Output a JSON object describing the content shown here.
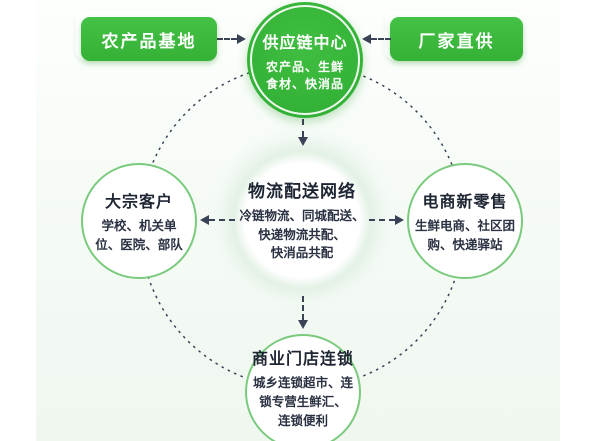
{
  "diagram": {
    "colors": {
      "box_green": "#3abb3c",
      "hub_green": "#2ead33",
      "node_border_green": "#79ca7d",
      "dash_navy": "#3a4356",
      "text_dark": "#222a38"
    },
    "suppliers": {
      "farm_box": {
        "label": "农产品基地"
      },
      "factory_box": {
        "label": "厂家直供"
      }
    },
    "hub": {
      "title": "供应链中心",
      "lines": [
        "农产品、生鲜",
        "食材、快消品"
      ]
    },
    "center": {
      "title": "物流配送网络",
      "lines": [
        "冷链物流、同城配送、",
        "快递物流共配、",
        "快消品共配"
      ]
    },
    "customers": {
      "bulk": {
        "title": "大宗客户",
        "lines": [
          "学校、机关单",
          "位、医院、部队"
        ]
      },
      "ecommerce": {
        "title": "电商新零售",
        "lines": [
          "生鲜电商、社区团",
          "购、快递驿站"
        ]
      },
      "retail": {
        "title": "商业门店连锁",
        "lines": [
          "城乡连锁超市、连",
          "锁专营生鲜汇、",
          "连锁便利"
        ]
      }
    }
  }
}
